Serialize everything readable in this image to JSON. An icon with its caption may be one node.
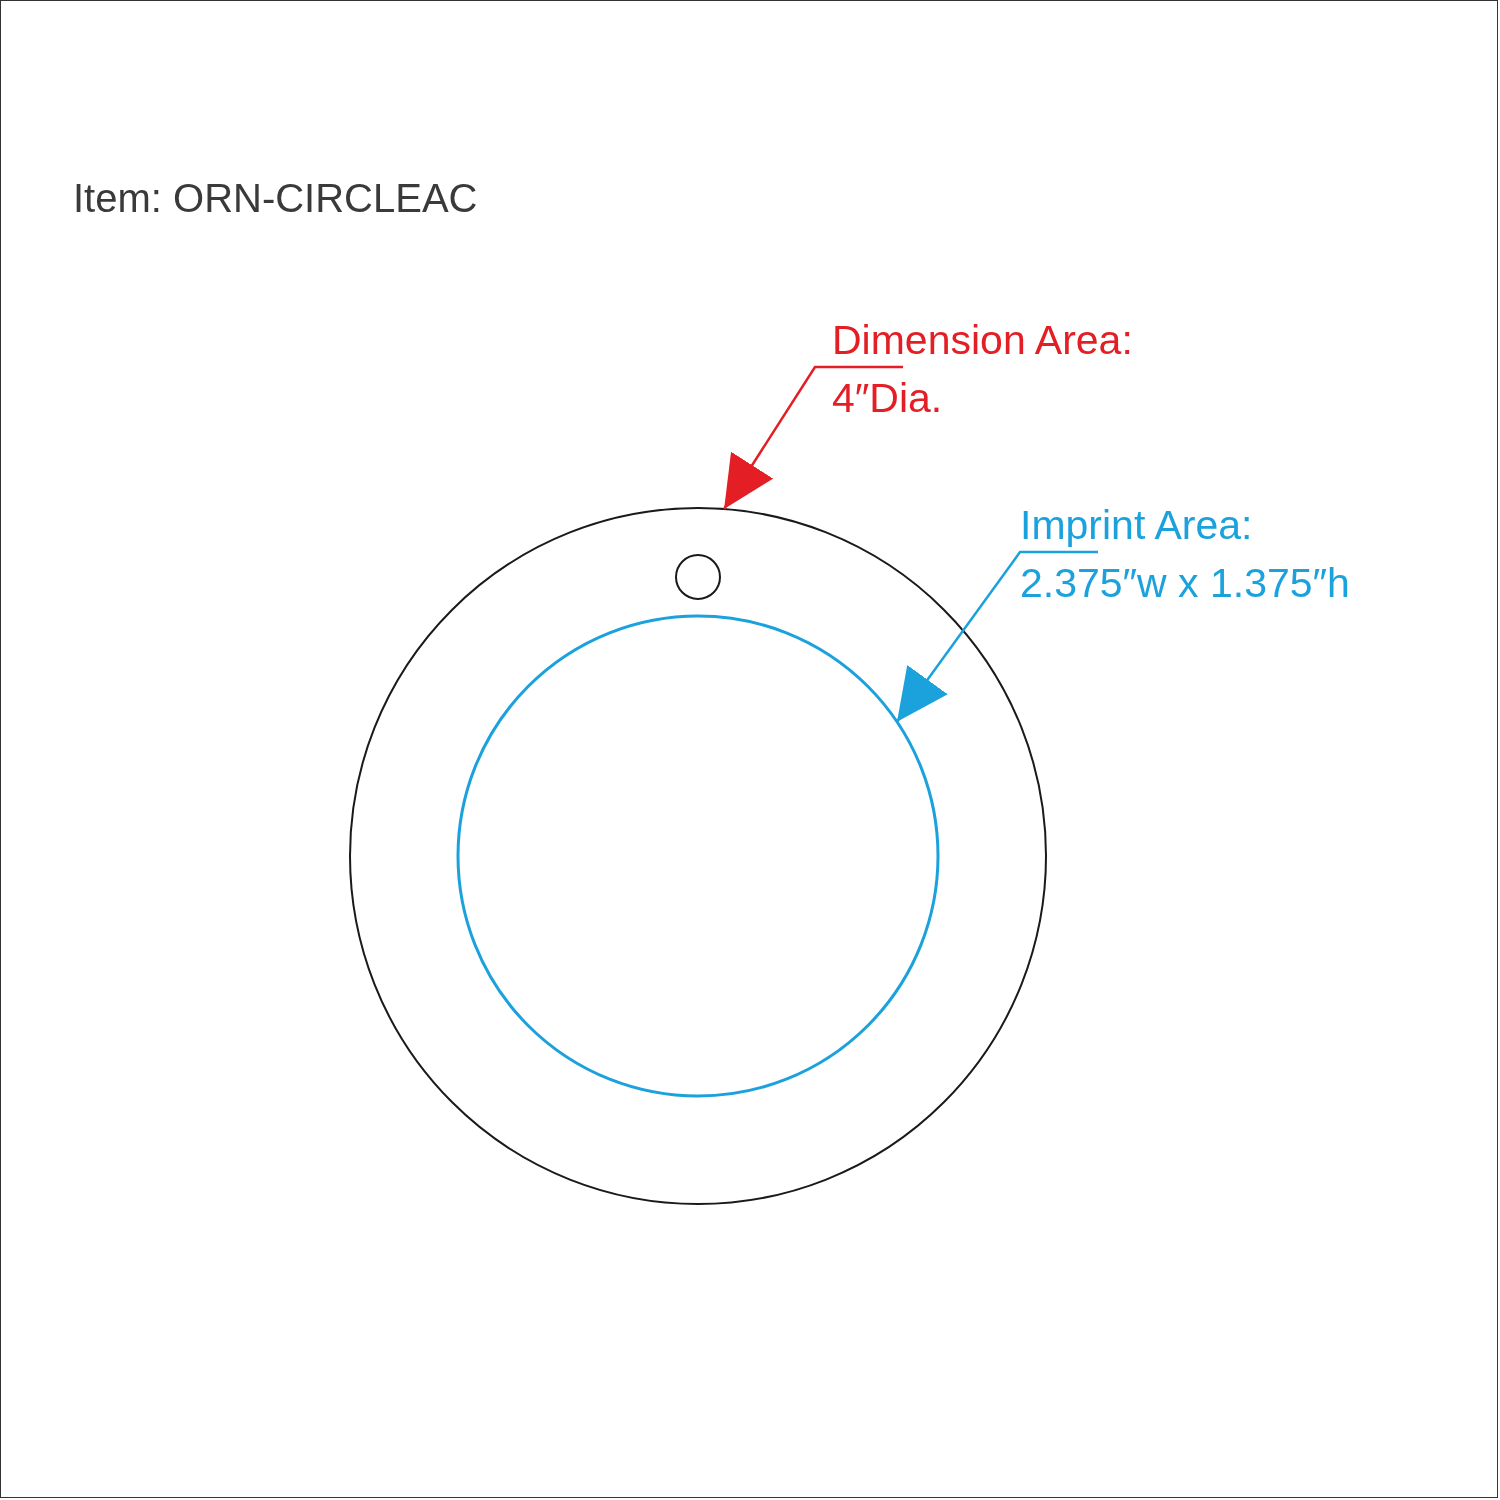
{
  "diagram": {
    "title": "Item: ORN-CIRCLEAC",
    "nodes": [
      {
        "text": [],
        "shape": "circle"
      },
      {
        "text": [],
        "shape": "circle",
        "in": 0
      },
      {
        "text": [],
        "shape": "circle",
        "in": 0
      },
      {
        "text": [
          "Dimension Area:",
          "4″Dia."
        ]
      },
      {
        "text": [
          "Imprint Area:",
          "2.375″w x 1.375″h"
        ]
      }
    ],
    "edges": [
      {
        "from": 3,
        "to": 0,
        "arrow": "to",
        "color": "#e31e24"
      },
      {
        "from": 4,
        "to": 2,
        "arrow": "to",
        "color": "#1ba1dc"
      }
    ]
  }
}
